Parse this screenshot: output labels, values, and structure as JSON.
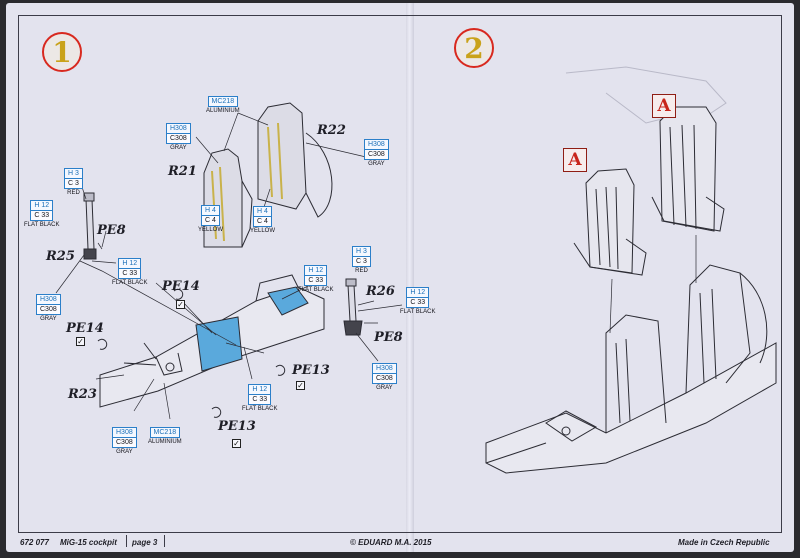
{
  "steps": [
    "1",
    "2"
  ],
  "parts": {
    "r22": "R22",
    "r21": "R21",
    "r25": "R25",
    "r26": "R26",
    "r23": "R23",
    "pe8_left": "PE8",
    "pe8_right": "PE8",
    "pe14_top": "PE14",
    "pe14_left": "PE14",
    "pe13_mid": "PE13",
    "pe13_bottom": "PE13"
  },
  "paints": {
    "mc218_top": {
      "code": "MC218",
      "name": "ALUMINIUM"
    },
    "h308_r21": {
      "code": "H308",
      "sub": "C308",
      "name": "GRAY"
    },
    "h308_r22": {
      "code": "H308",
      "sub": "C308",
      "name": "GRAY"
    },
    "h4_r21": {
      "code": "H 4",
      "sub": "C 4",
      "name": "YELLOW"
    },
    "h4_r22": {
      "code": "H 4",
      "sub": "C 4",
      "name": "YELLOW"
    },
    "h3_r25": {
      "code": "H 3",
      "sub": "C 3",
      "name": "RED"
    },
    "h12_r25a": {
      "code": "H 12",
      "sub": "C 33",
      "name": "FLAT BLACK"
    },
    "h12_r25b": {
      "code": "H 12",
      "sub": "C 33",
      "name": "FLAT BLACK"
    },
    "h308_r25": {
      "code": "H308",
      "sub": "C308",
      "name": "GRAY"
    },
    "h12_center": {
      "code": "H 12",
      "sub": "C 33",
      "name": "FLAT BLACK"
    },
    "h3_r26": {
      "code": "H 3",
      "sub": "C 3",
      "name": "RED"
    },
    "h12_r26": {
      "code": "H 12",
      "sub": "C 33",
      "name": "FLAT BLACK"
    },
    "h308_r26": {
      "code": "H308",
      "sub": "C308",
      "name": "GRAY"
    },
    "h12_floor": {
      "code": "H 12",
      "sub": "C 33",
      "name": "FLAT BLACK"
    },
    "h308_r23": {
      "code": "H308",
      "sub": "C308",
      "name": "GRAY"
    },
    "mc218_bottom": {
      "code": "MC218",
      "name": "ALUMINIUM"
    }
  },
  "callouts": [
    "A",
    "A"
  ],
  "footer": {
    "code": "672 077",
    "title": "MiG-15 cockpit",
    "page": "page 3",
    "copyright": "© EDUARD  M.A. 2015",
    "made": "Made in Czech Republic"
  },
  "colors": {
    "paper": "#e3e3ee",
    "blue_part": "#5aa9dc",
    "step_ring": "#d8291f",
    "callout_red": "#c8251b"
  }
}
